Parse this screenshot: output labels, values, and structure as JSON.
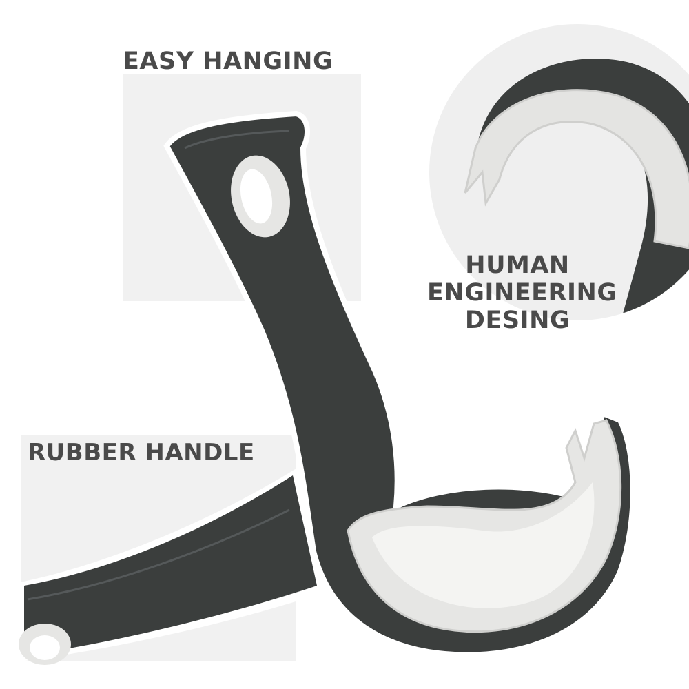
{
  "labels": {
    "easy_hanging": "EASY HANGING",
    "human_engineering": [
      "HUMAN",
      "ENGINEERING",
      "DESING"
    ],
    "rubber_handle": "RUBBER HANDLE"
  },
  "colors": {
    "handle_dark": "#3b3e3d",
    "insert_light": "#e6e6e4",
    "panel_bg": "#f1f1f1",
    "text": "#4a4a4a"
  }
}
